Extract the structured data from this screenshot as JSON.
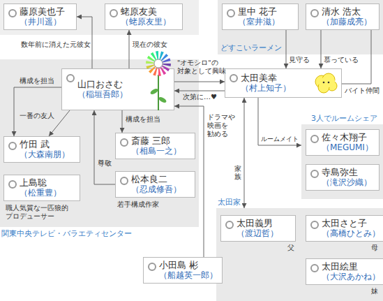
{
  "diagram": {
    "nodes": [
      {
        "text": [
          "藤原美也子",
          "（井川遥）"
        ]
      },
      {
        "text": [
          "蛯原友美",
          "（蛯原友里）"
        ]
      },
      {
        "text": [
          "どすこいラーメン"
        ]
      },
      {
        "text": [
          "里中 花子",
          "（室井滋）"
        ],
        "in": 2
      },
      {
        "text": [
          "清水 浩太",
          "（加藤成亮）"
        ],
        "in": 2
      },
      {
        "text": [
          "関東中央テレビ・バラエティセンター"
        ]
      },
      {
        "text": [
          "山口おさむ",
          "（稲垣吾郎）"
        ],
        "in": 5
      },
      {
        "text": [
          "太田美幸",
          "（村上知子）"
        ]
      },
      {
        "text": [
          "3人でルームシェア"
        ]
      },
      {
        "text": [
          "佐々木翔子",
          "（MEGUMI）"
        ],
        "in": 8
      },
      {
        "text": [
          "寺島弥生",
          "（滝沢沙織）"
        ],
        "in": 8
      },
      {
        "text": [
          "竹田 武",
          "（大森南朋）"
        ],
        "in": 5
      },
      {
        "text": [
          "斎藤 三郎",
          "（相島一之）"
        ],
        "in": 5
      },
      {
        "text": [
          "上島聡",
          "（松重豊）"
        ],
        "in": 5
      },
      {
        "text": [
          "松本良二",
          "（忍成修吾）"
        ],
        "in": 5
      },
      {
        "text": [
          "太田家"
        ]
      },
      {
        "text": [
          "太田義男",
          "（渡辺哲）"
        ],
        "in": 15
      },
      {
        "text": [
          "太田さと子",
          "（高橋ひとみ）"
        ],
        "in": 15
      },
      {
        "text": [
          "太田絵里",
          "（大沢あかね）"
        ],
        "in": 15
      },
      {
        "text": [
          "小田島 彬",
          "（船越英一郎）"
        ]
      }
    ],
    "edges": [
      {
        "from": 6,
        "to": 0,
        "arrow": "to",
        "label": "数年前に消えた元彼女"
      },
      {
        "from": 6,
        "to": 1,
        "arrow": "to",
        "label": "現在の彼女"
      },
      {
        "from": 6,
        "to": 7,
        "arrow": "to",
        "label": "\"オモシロ\"の 対象として興味"
      },
      {
        "from": 7,
        "to": 6,
        "arrow": "to",
        "label": "次第に…♥"
      },
      {
        "from": 6,
        "to": 11,
        "arrow": "to",
        "label": "構成を担当"
      },
      {
        "from": 6,
        "to": 11,
        "arrow": "to",
        "label": "一番の友人"
      },
      {
        "from": 6,
        "to": 12,
        "arrow": "to",
        "label": "構成を担当"
      },
      {
        "from": 14,
        "to": 6,
        "arrow": "to",
        "label": "尊敬"
      },
      {
        "from": 19,
        "to": 6,
        "arrow": "to",
        "label": "ドラマや 映画を 勧める"
      },
      {
        "from": 3,
        "to": 7,
        "arrow": "to",
        "label": "見守る"
      },
      {
        "from": 4,
        "to": 7,
        "arrow": "to",
        "label": "慕っている"
      },
      {
        "from": 7,
        "to": 4,
        "arrow": "none",
        "label": "バイト仲間"
      },
      {
        "from": 7,
        "to": 8,
        "arrow": "to",
        "label": "ルームメイト"
      },
      {
        "from": 7,
        "to": 15,
        "arrow": "both",
        "label": "家族"
      }
    ],
    "labels": [
      "職人気質な一匹狼的 プロデューサー",
      "若手構成作家",
      "父",
      "母",
      "妹"
    ]
  }
}
